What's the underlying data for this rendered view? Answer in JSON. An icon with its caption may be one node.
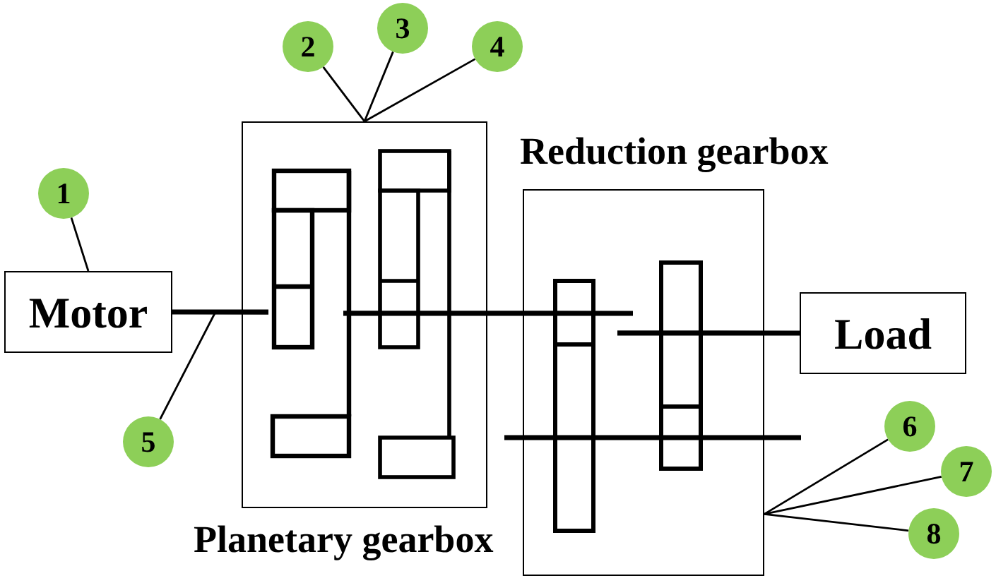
{
  "diagram": {
    "nodes": [
      {
        "text": [
          "Motor"
        ]
      },
      {
        "text": [
          "Planetary gearbox"
        ]
      },
      {
        "text": [
          "Reduction gearbox"
        ]
      },
      {
        "text": [
          "Load"
        ]
      },
      {
        "text": [
          "1"
        ]
      },
      {
        "text": [
          "2"
        ]
      },
      {
        "text": [
          "3"
        ]
      },
      {
        "text": [
          "4"
        ]
      },
      {
        "text": [
          "5"
        ]
      },
      {
        "text": [
          "6"
        ]
      },
      {
        "text": [
          "7"
        ]
      },
      {
        "text": [
          "8"
        ]
      }
    ],
    "edges": [
      {
        "from": 4,
        "to": 0,
        "arrow": "none"
      },
      {
        "from": 5,
        "to": 1,
        "arrow": "none"
      },
      {
        "from": 6,
        "to": 1,
        "arrow": "none"
      },
      {
        "from": 7,
        "to": 1,
        "arrow": "none"
      },
      {
        "from": 8,
        "to": null,
        "arrow": "none"
      },
      {
        "from": 9,
        "to": 2,
        "arrow": "none"
      },
      {
        "from": 10,
        "to": 2,
        "arrow": "none"
      },
      {
        "from": 11,
        "to": 2,
        "arrow": "none"
      },
      {
        "from": 0,
        "to": 1,
        "arrow": "none",
        "style": "thick"
      },
      {
        "from": 1,
        "to": 2,
        "arrow": "none",
        "style": "thick"
      },
      {
        "from": 2,
        "to": 3,
        "arrow": "none",
        "style": "thick"
      }
    ]
  }
}
